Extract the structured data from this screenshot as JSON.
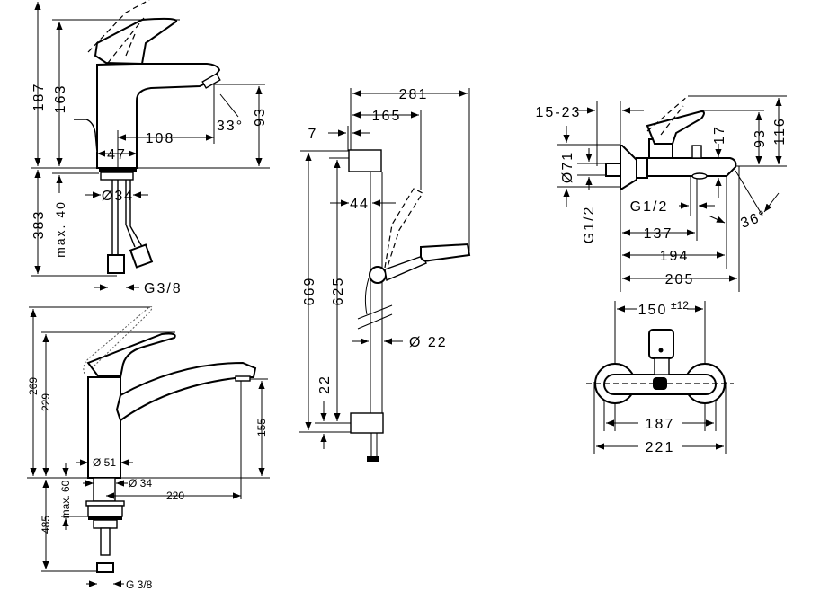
{
  "drawing": {
    "color_line": "#000000",
    "color_background": "#ffffff"
  },
  "basin_mixer": {
    "dims": {
      "total_height": "187",
      "spout_height": "163",
      "outlet_height": "93",
      "spout_reach": "108",
      "body_diameter": "47",
      "spray_angle": "33°",
      "below_deck": "383",
      "max_deck": "max. 40",
      "shank_diameter": "Ø34",
      "connection": "G3/8"
    }
  },
  "kitchen_mixer": {
    "dims": {
      "total_height": "269",
      "handle_height": "229",
      "outlet_height": "155",
      "body_diameter": "Ø 51",
      "shank_diameter": "Ø 34",
      "spout_reach": "220",
      "max_deck": "max. 60",
      "below_deck": "485",
      "connection": "G 3/8"
    }
  },
  "shower_set": {
    "dims": {
      "total_reach": "281",
      "hand_shower_reach": "165",
      "bracket_offset": "7",
      "bar_offset": "44",
      "total_height": "669",
      "bar_height": "625",
      "bar_diameter": "Ø 22",
      "bottom_offset": "22"
    }
  },
  "bath_mixer": {
    "side_dims": {
      "wall_offset": "15-23",
      "rosette_diameter": "Ø71",
      "connection_vertical": "G1/2",
      "connection_horizontal": "G1/2",
      "spout_thickness": "17",
      "handle_height": "93",
      "total_height": "116",
      "dim_137": "137",
      "dim_194": "194",
      "dim_205": "205",
      "spray_angle": "36°"
    },
    "front_dims": {
      "center_distance": "150",
      "center_tolerance": "±12",
      "body_width": "187",
      "total_width": "221"
    }
  }
}
